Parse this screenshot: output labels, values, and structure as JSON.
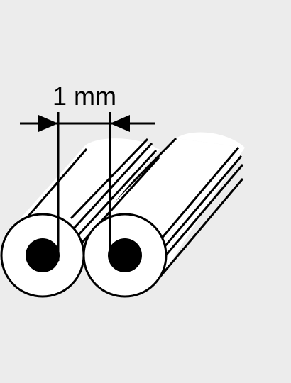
{
  "diagram": {
    "dimension_label": "1 mm",
    "colors": {
      "background": "#ececec",
      "stroke": "#000000",
      "tube_fill": "#ffffff",
      "core_fill": "#000000"
    },
    "elements": [
      "wire-left",
      "wire-right",
      "dimension-line",
      "arrowhead-left",
      "arrowhead-right"
    ]
  }
}
